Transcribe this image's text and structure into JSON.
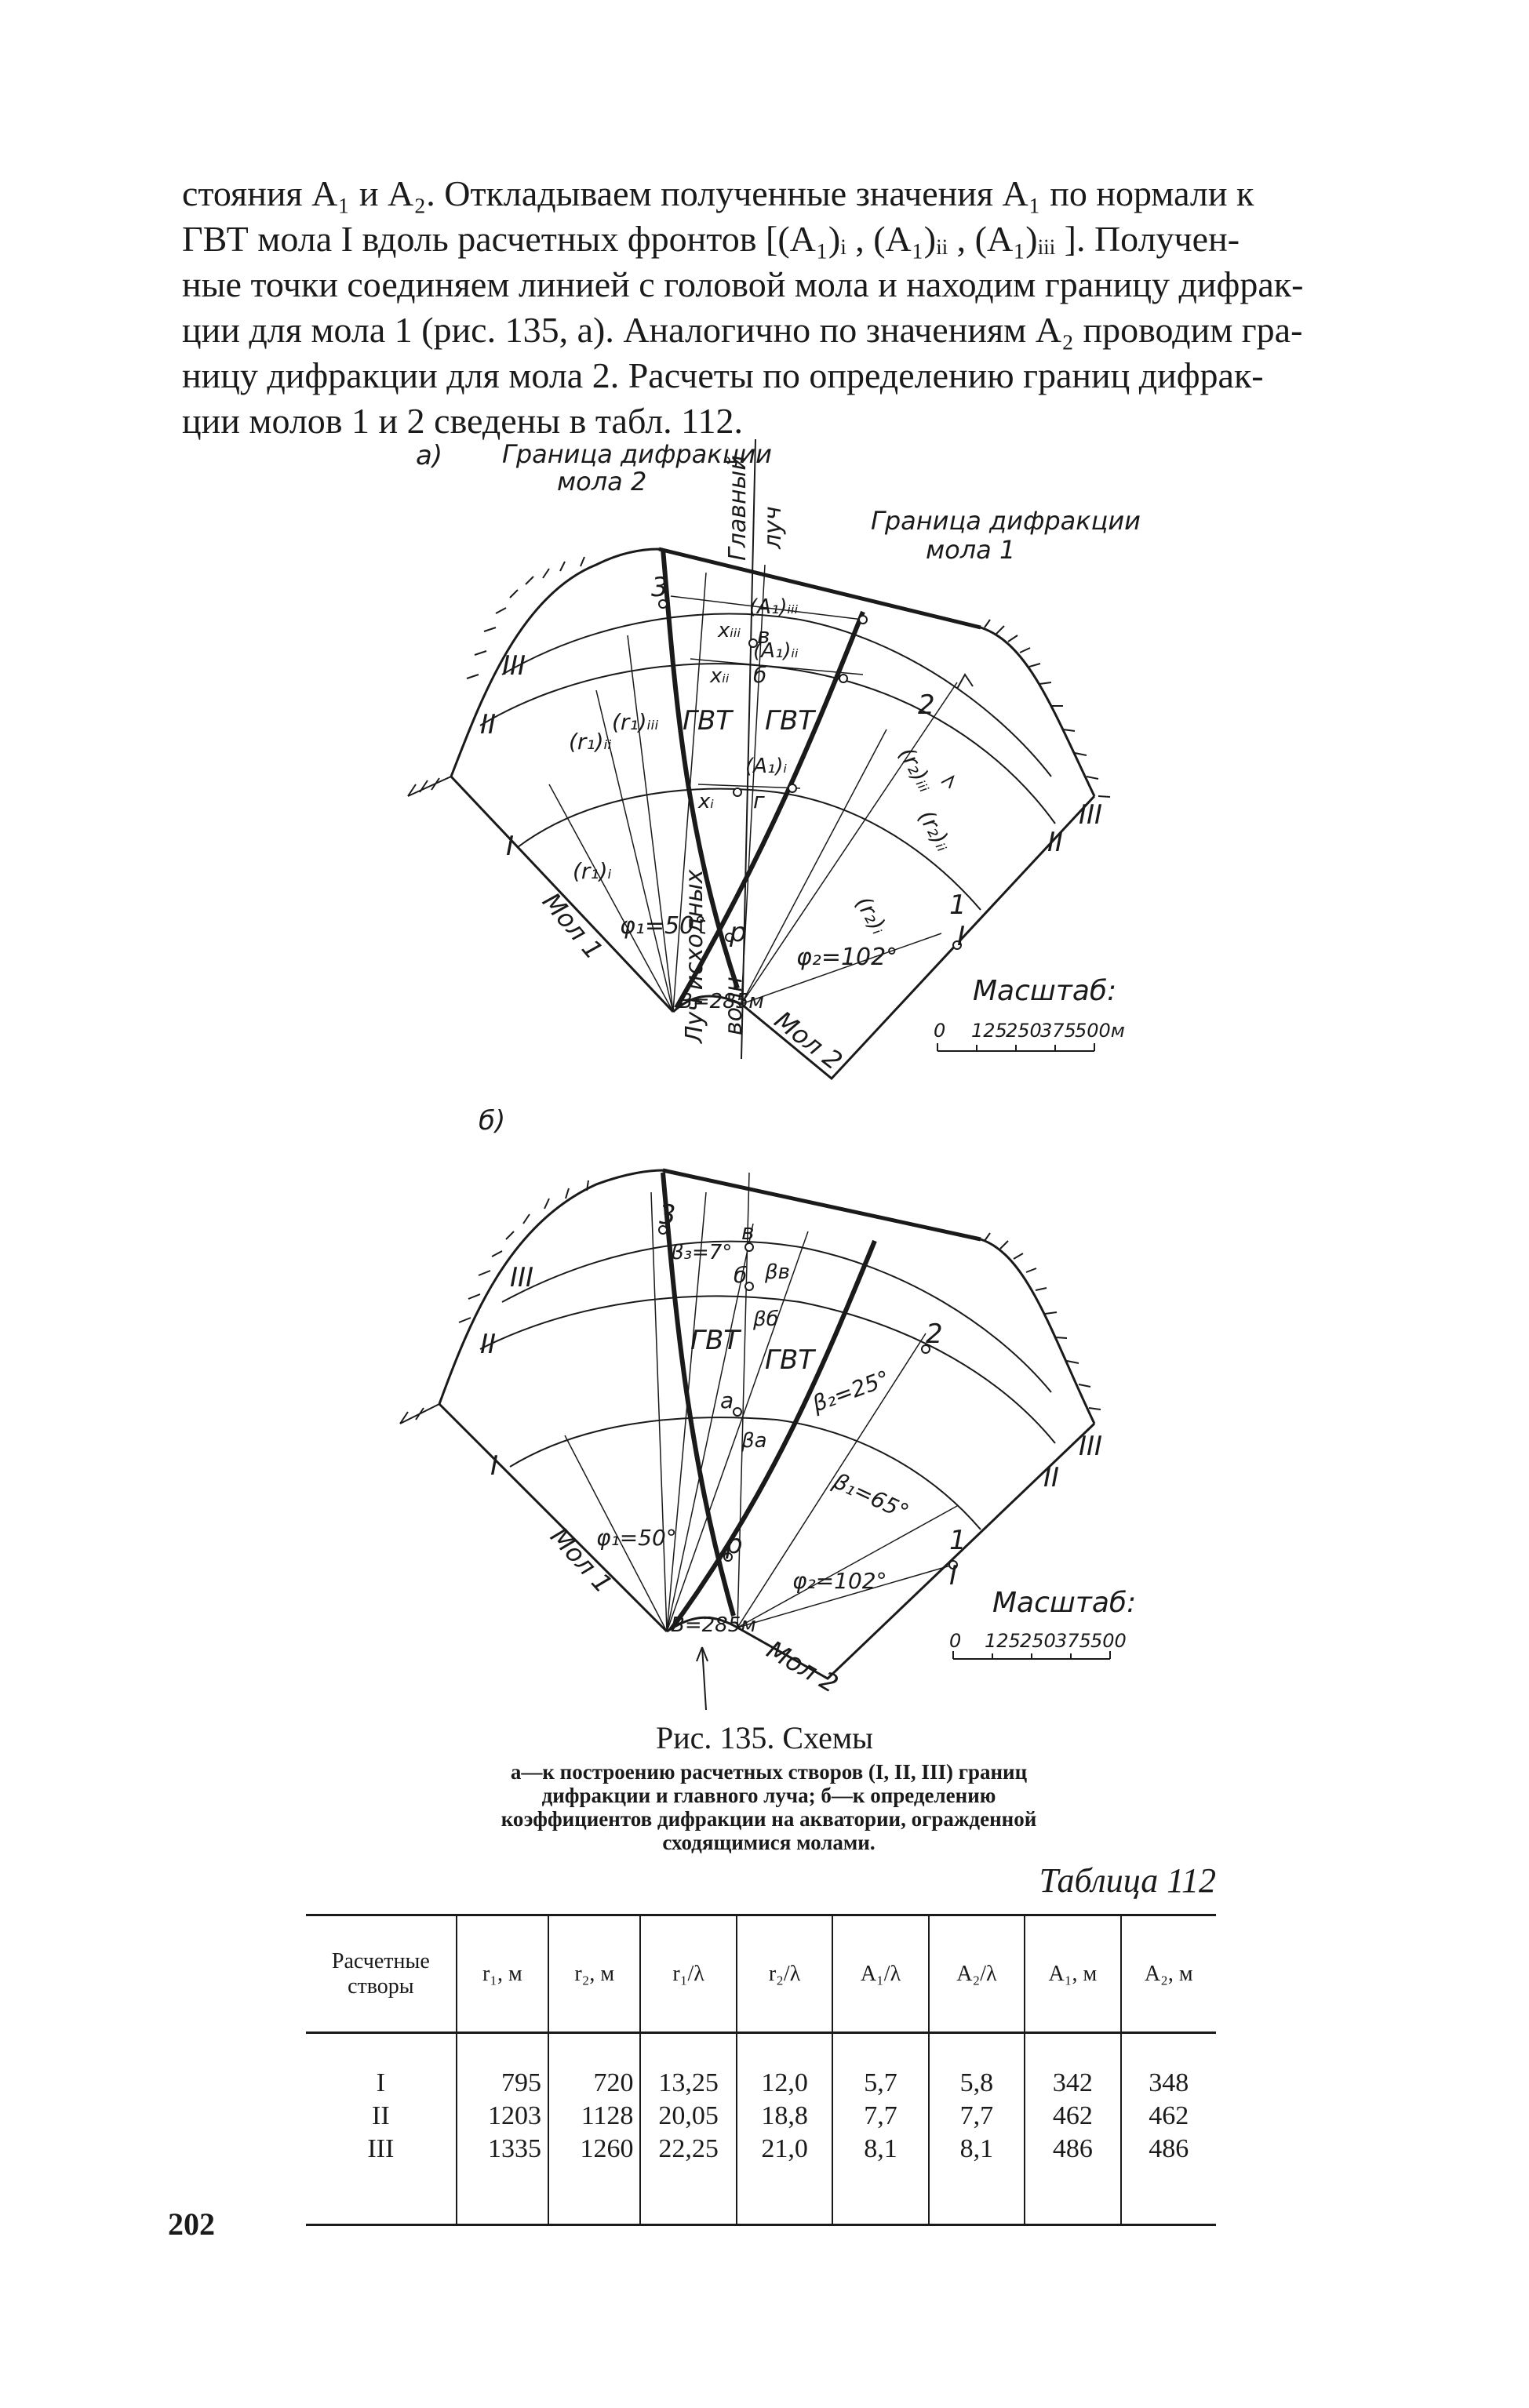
{
  "body_text": [
    "стояния A₁ и A₂. Откладываем полученные значения A₁ по нормали к",
    "ГВТ мола I вдоль расчетных фронтов [(A₁)ᵢ , (A₁)ᵢᵢ , (A₁)ᵢᵢᵢ ]. Получен-",
    "ные точки соединяем линией с головой мола и находим границу дифрак-",
    "ции для мола 1 (рис. 135, а). Аналогично по значениям A₂ проводим гра-",
    "ницу дифракции для мола 2. Расчеты по определению границ дифрак-",
    "ции молов 1 и 2 сведены в табл. 112."
  ],
  "figure_a": {
    "panel_label": "а)",
    "callout_left": [
      "Граница дифракции",
      "мола 2"
    ],
    "callout_right": [
      "Граница дифракции",
      "мола 1"
    ],
    "main_ray": [
      "Главный",
      "луч"
    ],
    "wave_ray": [
      "Луч исходных",
      "волн"
    ],
    "front_labels": [
      "I",
      "II",
      "III",
      "I",
      "II",
      "III"
    ],
    "points": [
      "3",
      "2",
      "1",
      "р",
      "г",
      "б",
      "в"
    ],
    "segments": [
      "(A₁)ᵢᵢᵢ",
      "(A₁)ᵢᵢ",
      "(A₁)ᵢ",
      "xᵢᵢᵢ",
      "xᵢᵢ",
      "xᵢ"
    ],
    "radii": [
      "(r₁)ᵢᵢ",
      "(r₁)ᵢᵢᵢ",
      "(r₁)ᵢ",
      "(r₂)ᵢᵢᵢ",
      "(r₂)ᵢᵢ",
      "(r₂)ᵢ"
    ],
    "gvt": [
      "ГВТ",
      "ГВТ"
    ],
    "angles": [
      "φ₁=50°",
      "φ₂=102°"
    ],
    "gap": "B=285м",
    "mole1": "Мол 1",
    "mole2": "Мол 2",
    "scale_title": "Масштаб:",
    "scale_ticks": [
      "0",
      "125",
      "250",
      "375",
      "500м"
    ]
  },
  "figure_b": {
    "panel_label": "б)",
    "front_labels": [
      "I",
      "II",
      "III",
      "I",
      "II",
      "III"
    ],
    "points": [
      "3",
      "2",
      "1",
      "р",
      "а",
      "б",
      "в"
    ],
    "angles": [
      "β₃=7°",
      "βв",
      "βб",
      "β₂=25°",
      "βа",
      "β₁=65°",
      "φ₁=50°",
      "φ₂=102°"
    ],
    "gvt": [
      "ГВТ",
      "ГВТ"
    ],
    "gap": "B=285м",
    "mole1": "Мол 1",
    "mole2": "Мол 2",
    "scale_title": "Масштаб:",
    "scale_ticks": [
      "0",
      "125",
      "250",
      "375",
      "500"
    ]
  },
  "caption": {
    "title": "Рис. 135. Схемы",
    "body": "а—к построению расчетных створов (I, II, III) границ дифракции и главного луча; б—к определению коэффициентов дифракции на акватории, огражденной сходящимися молами."
  },
  "table": {
    "title": "Таблица 112",
    "headers": [
      "Расчетные створы",
      "r₁, м",
      "r₂, м",
      "r₁/λ",
      "r₂/λ",
      "A₁/λ",
      "A₂/λ",
      "A₁, м",
      "A₂, м"
    ],
    "rows": [
      [
        "I",
        "795",
        "720",
        "13,25",
        "12,0",
        "5,7",
        "5,8",
        "342",
        "348"
      ],
      [
        "II",
        "1203",
        "1128",
        "20,05",
        "18,8",
        "7,7",
        "7,7",
        "462",
        "462"
      ],
      [
        "III",
        "1335",
        "1260",
        "22,25",
        "21,0",
        "8,1",
        "8,1",
        "486",
        "486"
      ]
    ]
  },
  "page_number": "202"
}
